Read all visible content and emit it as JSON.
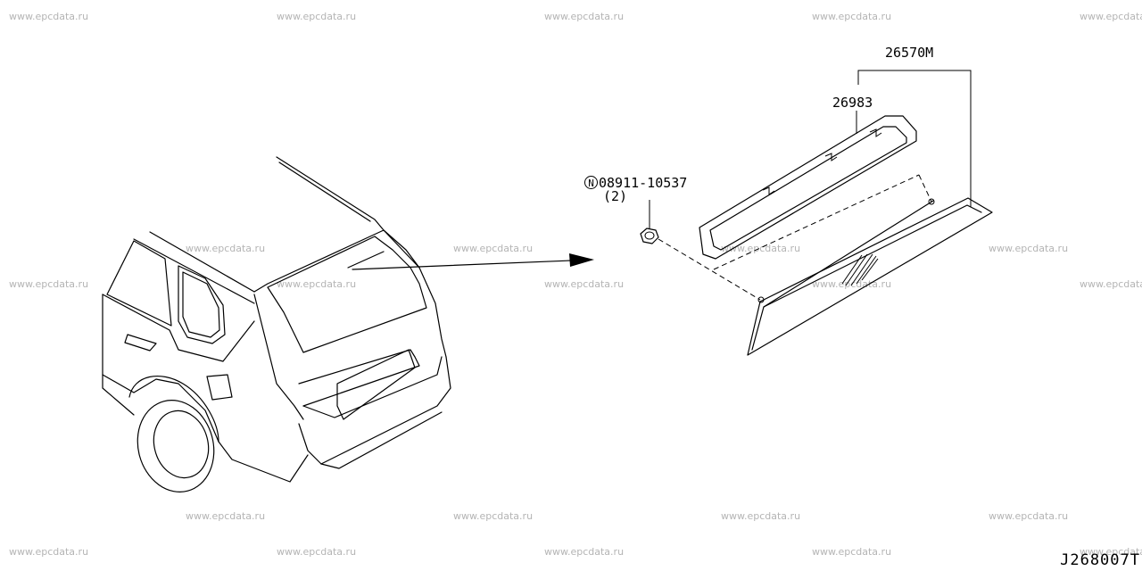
{
  "watermark": "www.epcdata.ru",
  "parts": {
    "assembly": "26570M",
    "gasket": "26983",
    "nut_symbol": "N",
    "nut": "08911-10537",
    "nut_qty": "(2)"
  },
  "diagram_code": "J268007T"
}
